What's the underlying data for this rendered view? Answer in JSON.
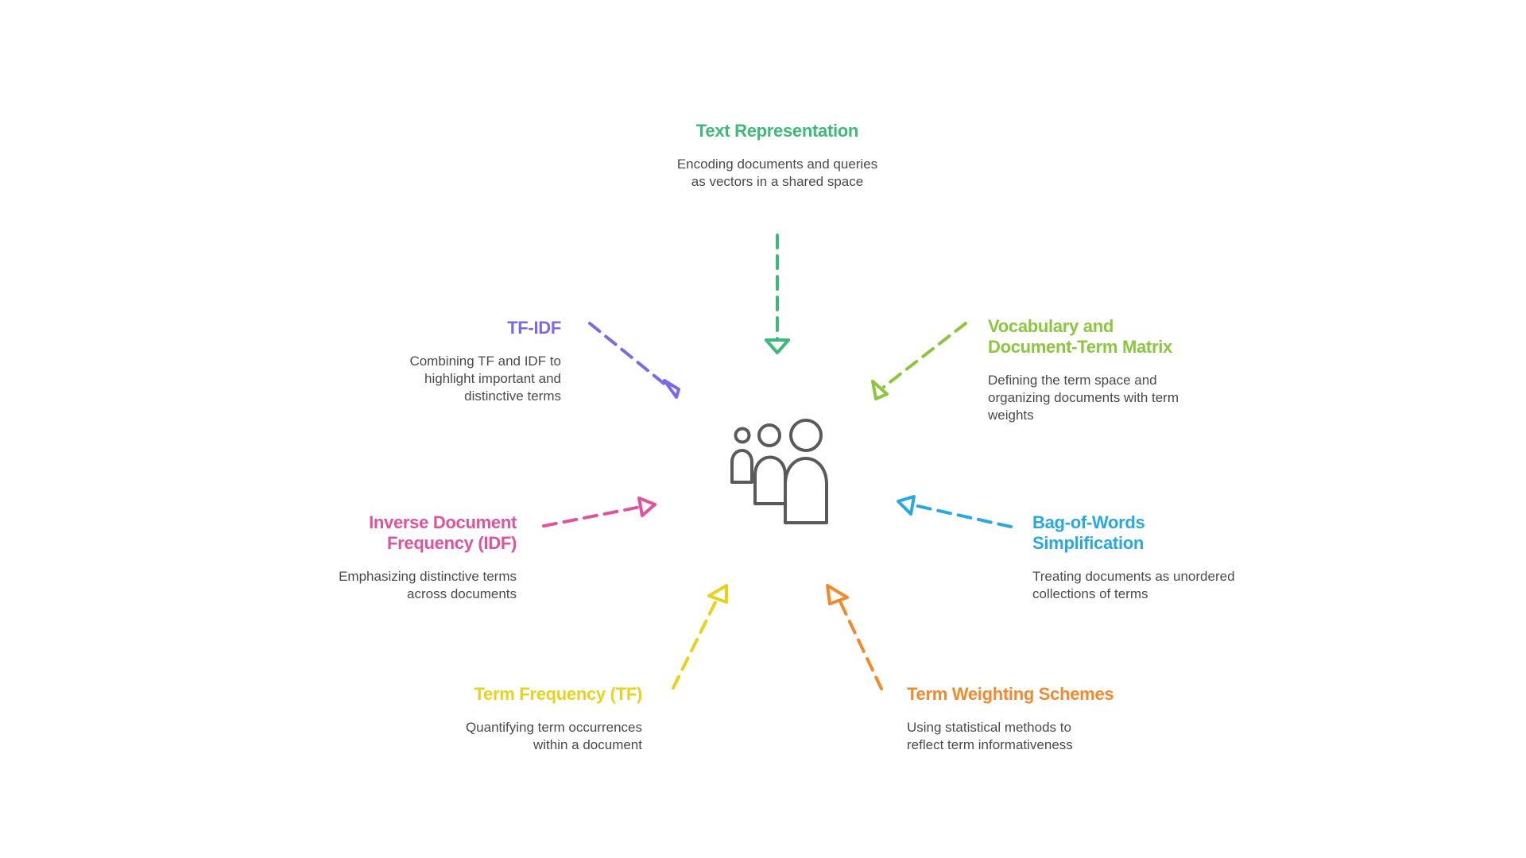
{
  "center": {
    "icon": "people-group-icon"
  },
  "nodes": {
    "text_representation": {
      "title": "Text Representation",
      "description": "Encoding documents and queries as vectors in a shared space",
      "color": "#3fb97a"
    },
    "vocabulary": {
      "title": "Vocabulary and Document-Term Matrix",
      "description": "Defining the term space and organizing documents with term weights",
      "color": "#8cc63f"
    },
    "bag_of_words": {
      "title": "Bag-of-Words Simplification",
      "description": "Treating documents as unordered collections of terms",
      "color": "#29a8e0"
    },
    "term_weighting": {
      "title": "Term Weighting Schemes",
      "description": "Using statistical methods to reflect term informativeness",
      "color": "#f08a2c"
    },
    "term_frequency": {
      "title": "Term Frequency (TF)",
      "description": "Quantifying term occurrences within a document",
      "color": "#e8d21b"
    },
    "idf": {
      "title": "Inverse Document Frequency (IDF)",
      "description": "Emphasizing distinctive terms across documents",
      "color": "#e0529c"
    },
    "tf_idf": {
      "title": "TF-IDF",
      "description": "Combining TF and IDF to highlight important and distinctive terms",
      "color": "#7b6ae8"
    }
  }
}
